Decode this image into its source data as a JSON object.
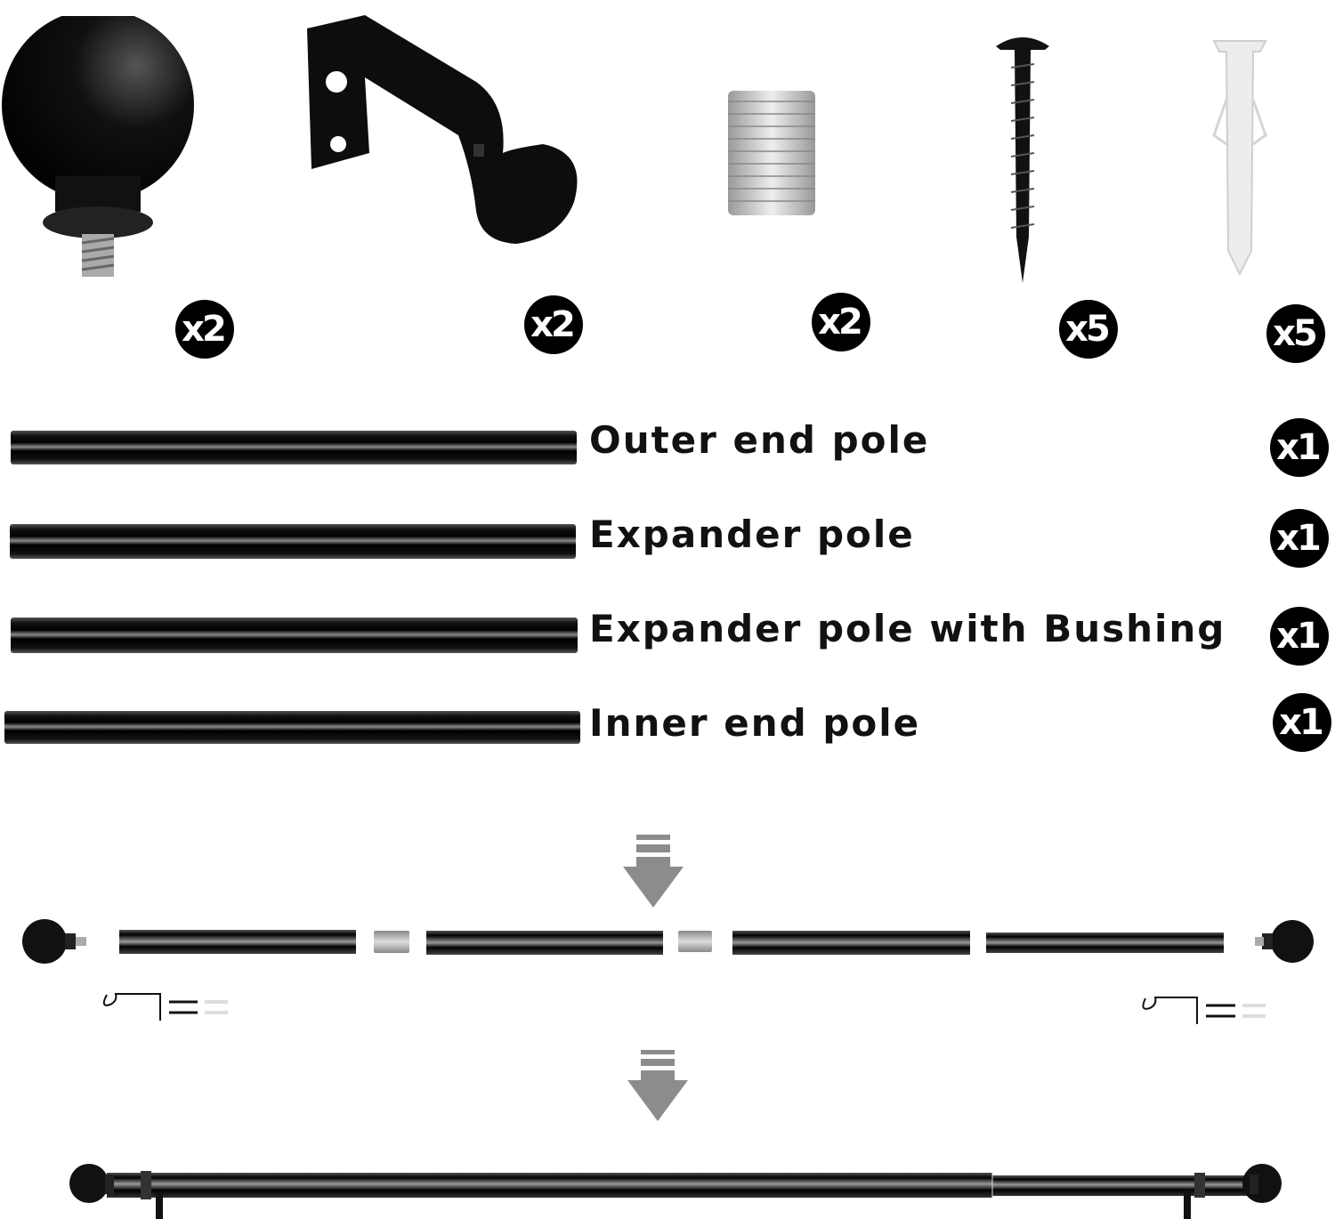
{
  "hardware": [
    {
      "name": "finial",
      "count": "x2"
    },
    {
      "name": "bracket",
      "count": "x2"
    },
    {
      "name": "coupler",
      "count": "x2"
    },
    {
      "name": "screw",
      "count": "x5"
    },
    {
      "name": "wall-anchor",
      "count": "x5"
    }
  ],
  "poles": [
    {
      "label": "Outer end pole",
      "count": "x1"
    },
    {
      "label": "Expander pole",
      "count": "x1"
    },
    {
      "label": "Expander pole with Bushing",
      "count": "x1"
    },
    {
      "label": "Inner end pole",
      "count": "x1"
    }
  ],
  "colors": {
    "pole": "#000000",
    "arrow": "#8c8c8c",
    "badge": "#000000",
    "coupler": "#b8b8b8"
  }
}
